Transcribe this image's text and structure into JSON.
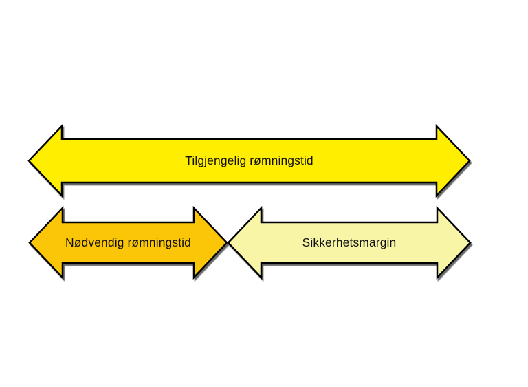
{
  "canvas": {
    "background": "#ffffff"
  },
  "diagram": {
    "description_type": "evacuation-time-double-arrow-diagram",
    "arrows": [
      {
        "id": "available-evacuation-time",
        "label": "Tilgjengelig rømningstid",
        "fill": "#FFEE00",
        "outline": "#000000"
      },
      {
        "id": "required-evacuation-time",
        "label": "Nødvendig rømningstid",
        "fill": "#FBC608",
        "outline": "#000000"
      },
      {
        "id": "safety-margin",
        "label": "Sikkerhetsmargin",
        "fill": "#F8F5A7",
        "outline": "#000000"
      }
    ]
  }
}
